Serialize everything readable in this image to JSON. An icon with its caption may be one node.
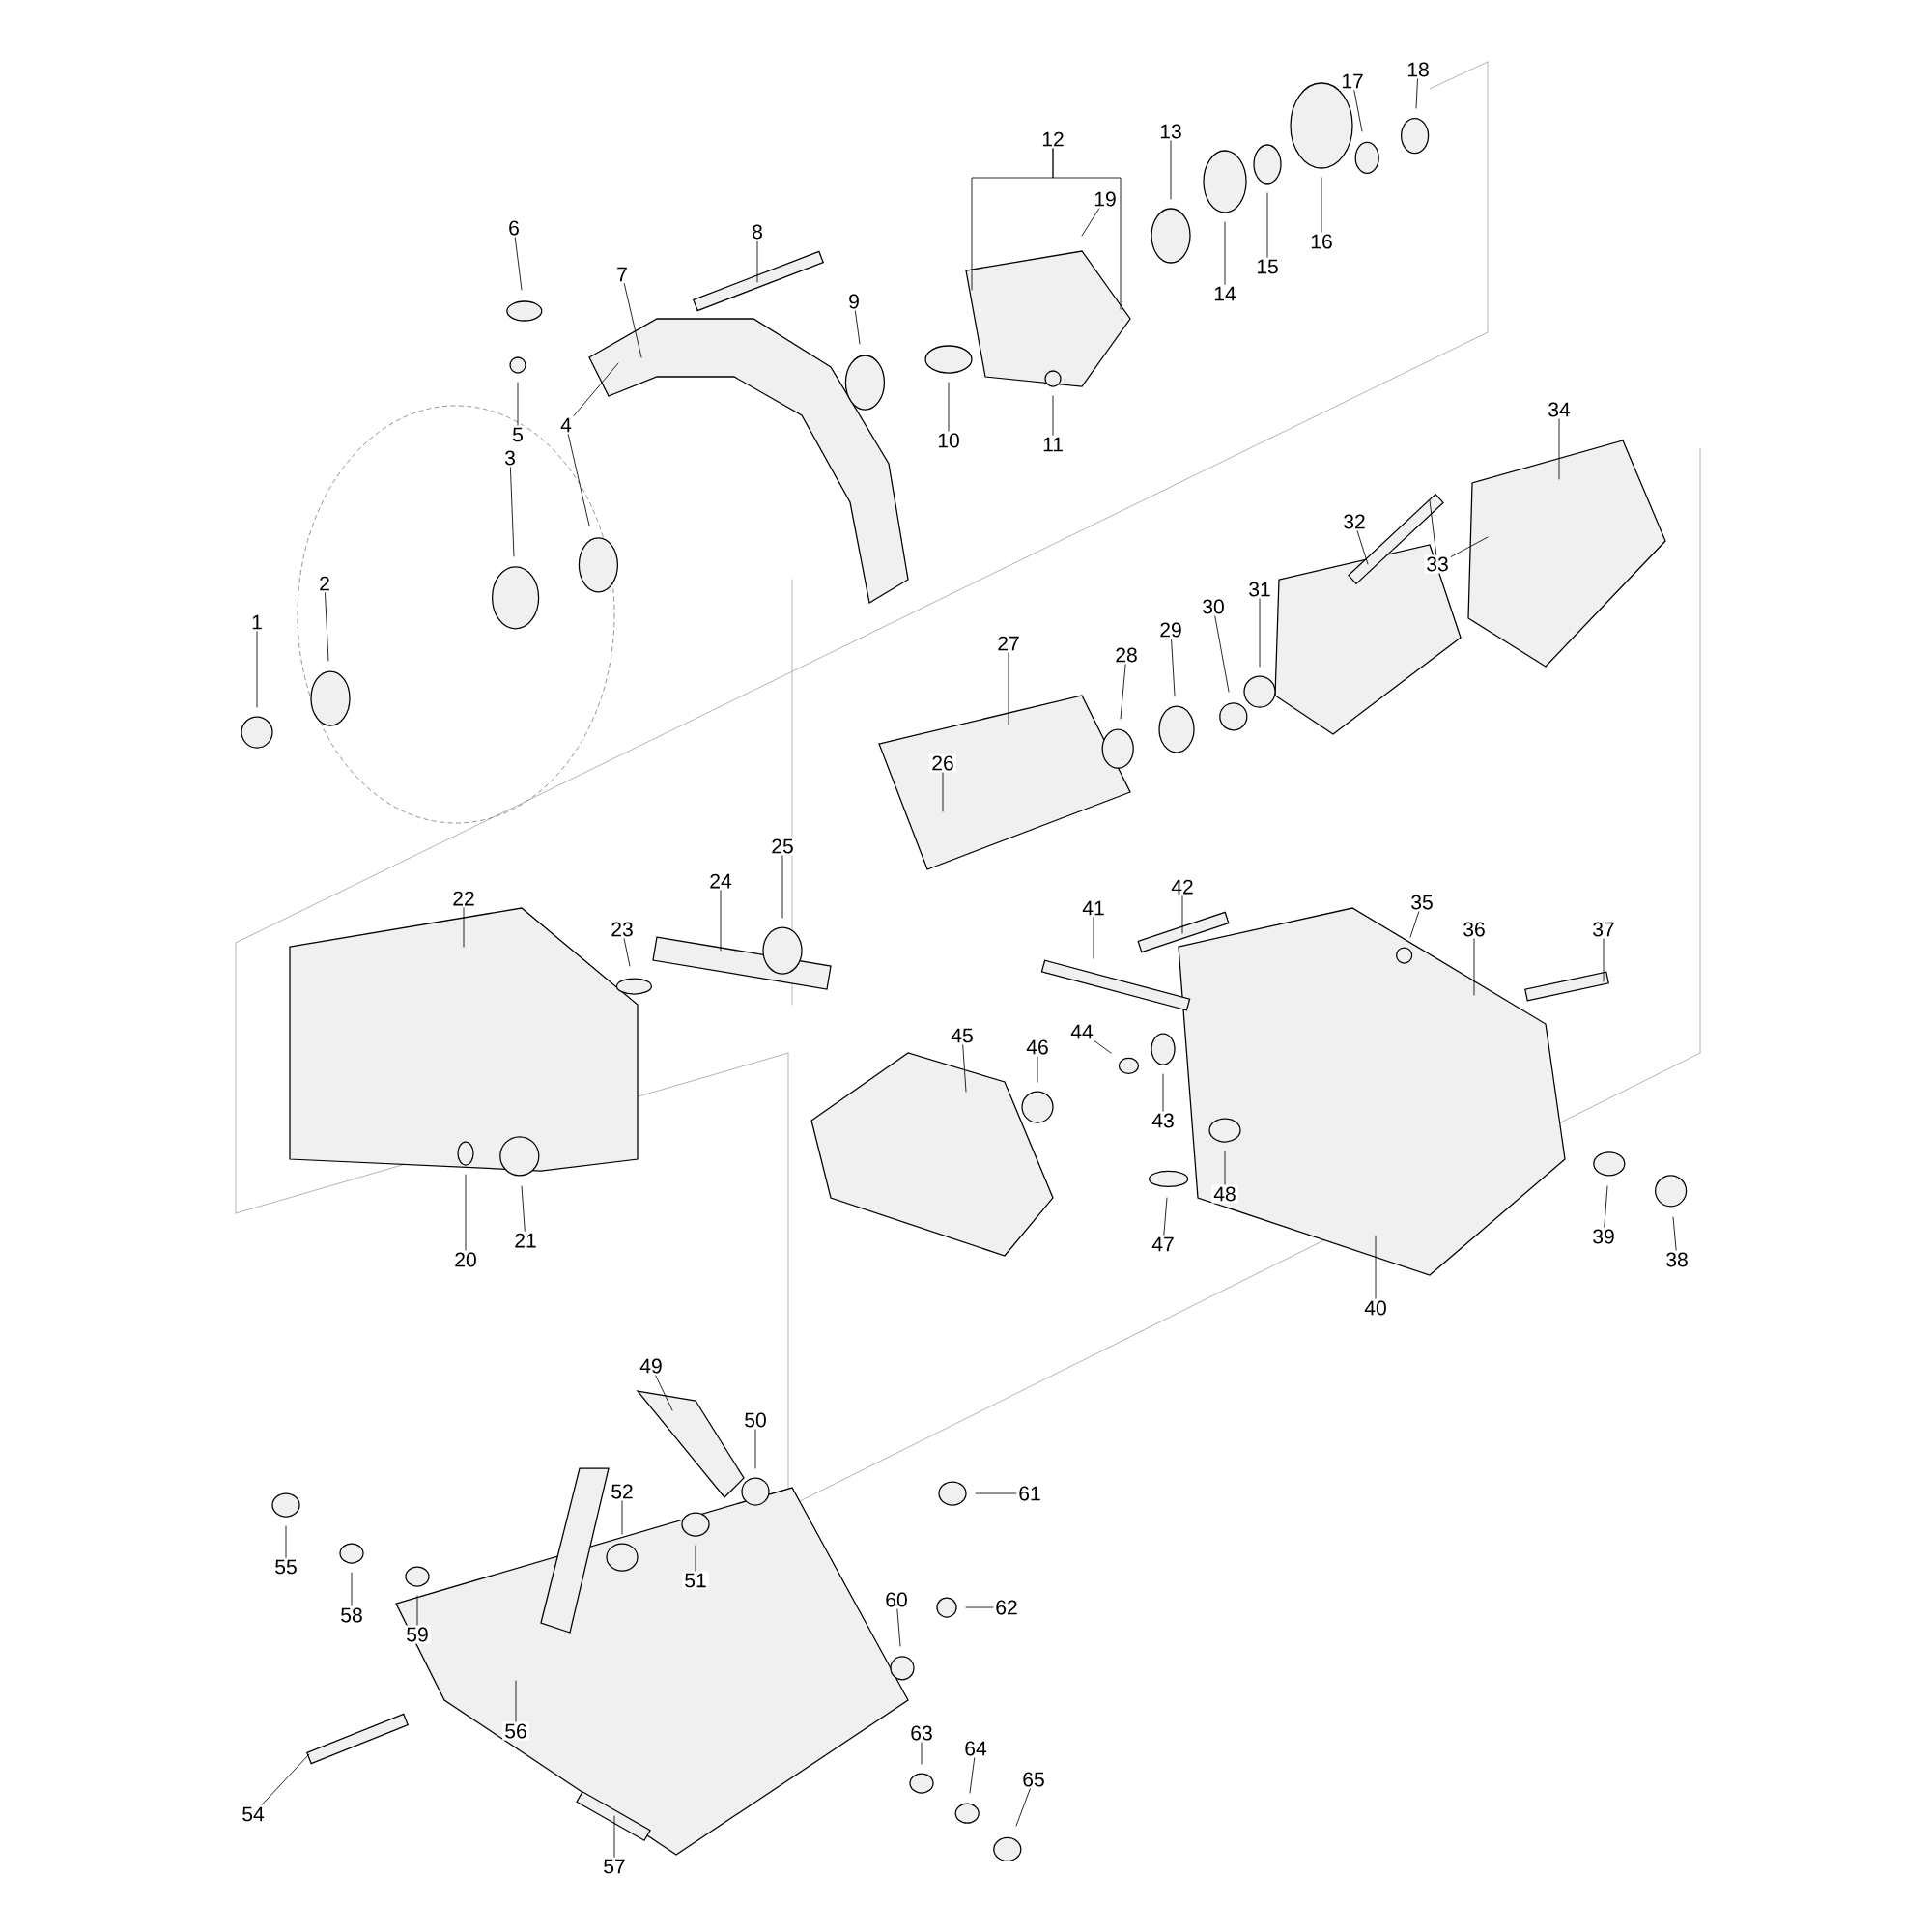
{
  "diagram": {
    "nodes": [
      {
        "text": [
          "1"
        ]
      },
      {
        "text": [
          "2"
        ]
      },
      {
        "text": [
          "3"
        ]
      },
      {
        "text": [
          "4"
        ]
      },
      {
        "text": [
          "5"
        ]
      },
      {
        "text": [
          "6"
        ]
      },
      {
        "text": [
          "7"
        ]
      },
      {
        "text": [
          "8"
        ]
      },
      {
        "text": [
          "9"
        ]
      },
      {
        "text": [
          "10"
        ]
      },
      {
        "text": [
          "11"
        ]
      },
      {
        "text": [
          "12"
        ]
      },
      {
        "text": [
          "13"
        ]
      },
      {
        "text": [
          "14"
        ]
      },
      {
        "text": [
          "15"
        ]
      },
      {
        "text": [
          "16"
        ]
      },
      {
        "text": [
          "17"
        ]
      },
      {
        "text": [
          "18"
        ]
      },
      {
        "text": [
          "19"
        ]
      },
      {
        "text": [
          "20"
        ]
      },
      {
        "text": [
          "21"
        ]
      },
      {
        "text": [
          "22"
        ]
      },
      {
        "text": [
          "23"
        ]
      },
      {
        "text": [
          "24"
        ]
      },
      {
        "text": [
          "25"
        ]
      },
      {
        "text": [
          "26"
        ]
      },
      {
        "text": [
          "27"
        ]
      },
      {
        "text": [
          "28"
        ]
      },
      {
        "text": [
          "29"
        ]
      },
      {
        "text": [
          "30"
        ]
      },
      {
        "text": [
          "31"
        ]
      },
      {
        "text": [
          "32"
        ]
      },
      {
        "text": [
          "33"
        ]
      },
      {
        "text": [
          "34"
        ]
      },
      {
        "text": [
          "35"
        ]
      },
      {
        "text": [
          "36"
        ]
      },
      {
        "text": [
          "37"
        ]
      },
      {
        "text": [
          "38"
        ]
      },
      {
        "text": [
          "39"
        ]
      },
      {
        "text": [
          "40"
        ]
      },
      {
        "text": [
          "41"
        ]
      },
      {
        "text": [
          "42"
        ]
      },
      {
        "text": [
          "43"
        ]
      },
      {
        "text": [
          "44"
        ]
      },
      {
        "text": [
          "45"
        ]
      },
      {
        "text": [
          "46"
        ]
      },
      {
        "text": [
          "47"
        ]
      },
      {
        "text": [
          "48"
        ]
      },
      {
        "text": [
          "49"
        ]
      },
      {
        "text": [
          "50"
        ]
      },
      {
        "text": [
          "51"
        ]
      },
      {
        "text": [
          "52"
        ]
      },
      {
        "text": [
          "54"
        ]
      },
      {
        "text": [
          "55"
        ]
      },
      {
        "text": [
          "56"
        ]
      },
      {
        "text": [
          "57"
        ]
      },
      {
        "text": [
          "58"
        ]
      },
      {
        "text": [
          "59"
        ]
      },
      {
        "text": [
          "60"
        ]
      },
      {
        "text": [
          "61"
        ]
      },
      {
        "text": [
          "62"
        ]
      },
      {
        "text": [
          "63"
        ]
      },
      {
        "text": [
          "64"
        ]
      },
      {
        "text": [
          "65"
        ]
      }
    ],
    "edges": [
      {
        "from": 0,
        "to": null,
        "arrow": "none"
      },
      {
        "from": 1,
        "to": null,
        "arrow": "none"
      },
      {
        "from": 2,
        "to": null,
        "arrow": "none"
      },
      {
        "from": 3,
        "to": null,
        "arrow": "none"
      },
      {
        "from": 3,
        "to": null,
        "arrow": "none"
      },
      {
        "from": 4,
        "to": null,
        "arrow": "none"
      },
      {
        "from": 5,
        "to": null,
        "arrow": "none"
      },
      {
        "from": 6,
        "to": null,
        "arrow": "none"
      },
      {
        "from": 7,
        "to": null,
        "arrow": "none"
      },
      {
        "from": 8,
        "to": null,
        "arrow": "none"
      },
      {
        "from": 9,
        "to": null,
        "arrow": "none"
      },
      {
        "from": 10,
        "to": null,
        "arrow": "none"
      },
      {
        "from": 11,
        "to": null,
        "arrow": "none"
      },
      {
        "from": 11,
        "to": null,
        "arrow": "none"
      },
      {
        "from": 12,
        "to": null,
        "arrow": "none"
      },
      {
        "from": 13,
        "to": null,
        "arrow": "none"
      },
      {
        "from": 14,
        "to": null,
        "arrow": "none"
      },
      {
        "from": 15,
        "to": null,
        "arrow": "none"
      },
      {
        "from": 16,
        "to": null,
        "arrow": "none"
      },
      {
        "from": 17,
        "to": null,
        "arrow": "none"
      },
      {
        "from": 18,
        "to": null,
        "arrow": "none"
      },
      {
        "from": 19,
        "to": null,
        "arrow": "none"
      },
      {
        "from": 20,
        "to": null,
        "arrow": "none"
      },
      {
        "from": 21,
        "to": null,
        "arrow": "none"
      },
      {
        "from": 22,
        "to": null,
        "arrow": "none"
      },
      {
        "from": 23,
        "to": null,
        "arrow": "none"
      },
      {
        "from": 24,
        "to": null,
        "arrow": "none"
      },
      {
        "from": 25,
        "to": null,
        "arrow": "none"
      },
      {
        "from": 26,
        "to": null,
        "arrow": "none"
      },
      {
        "from": 27,
        "to": null,
        "arrow": "none"
      },
      {
        "from": 28,
        "to": null,
        "arrow": "none"
      },
      {
        "from": 29,
        "to": null,
        "arrow": "none"
      },
      {
        "from": 30,
        "to": null,
        "arrow": "none"
      },
      {
        "from": 31,
        "to": null,
        "arrow": "none"
      },
      {
        "from": 32,
        "to": null,
        "arrow": "none"
      },
      {
        "from": 32,
        "to": null,
        "arrow": "none"
      },
      {
        "from": 33,
        "to": null,
        "arrow": "none"
      },
      {
        "from": 34,
        "to": null,
        "arrow": "none"
      },
      {
        "from": 35,
        "to": null,
        "arrow": "none"
      },
      {
        "from": 36,
        "to": null,
        "arrow": "none"
      },
      {
        "from": 37,
        "to": null,
        "arrow": "none"
      },
      {
        "from": 38,
        "to": null,
        "arrow": "none"
      },
      {
        "from": 39,
        "to": null,
        "arrow": "none"
      },
      {
        "from": 40,
        "to": null,
        "arrow": "none"
      },
      {
        "from": 41,
        "to": null,
        "arrow": "none"
      },
      {
        "from": 42,
        "to": null,
        "arrow": "none"
      },
      {
        "from": 43,
        "to": null,
        "arrow": "none"
      },
      {
        "from": 44,
        "to": null,
        "arrow": "none"
      },
      {
        "from": 45,
        "to": null,
        "arrow": "none"
      },
      {
        "from": 46,
        "to": null,
        "arrow": "none"
      },
      {
        "from": 47,
        "to": null,
        "arrow": "none"
      },
      {
        "from": 48,
        "to": null,
        "arrow": "none"
      },
      {
        "from": 49,
        "to": null,
        "arrow": "none"
      },
      {
        "from": 50,
        "to": null,
        "arrow": "none"
      },
      {
        "from": 51,
        "to": null,
        "arrow": "none"
      },
      {
        "from": 52,
        "to": null,
        "arrow": "none"
      },
      {
        "from": 53,
        "to": null,
        "arrow": "none"
      },
      {
        "from": 54,
        "to": null,
        "arrow": "none"
      },
      {
        "from": 55,
        "to": null,
        "arrow": "none"
      },
      {
        "from": 56,
        "to": null,
        "arrow": "none"
      },
      {
        "from": 57,
        "to": null,
        "arrow": "none"
      },
      {
        "from": 58,
        "to": null,
        "arrow": "none"
      },
      {
        "from": 59,
        "to": null,
        "arrow": "none"
      },
      {
        "from": 60,
        "to": null,
        "arrow": "none"
      },
      {
        "from": 61,
        "to": null,
        "arrow": "none"
      },
      {
        "from": 62,
        "to": null,
        "arrow": "none"
      },
      {
        "from": 63,
        "to": null,
        "arrow": "none"
      }
    ]
  }
}
